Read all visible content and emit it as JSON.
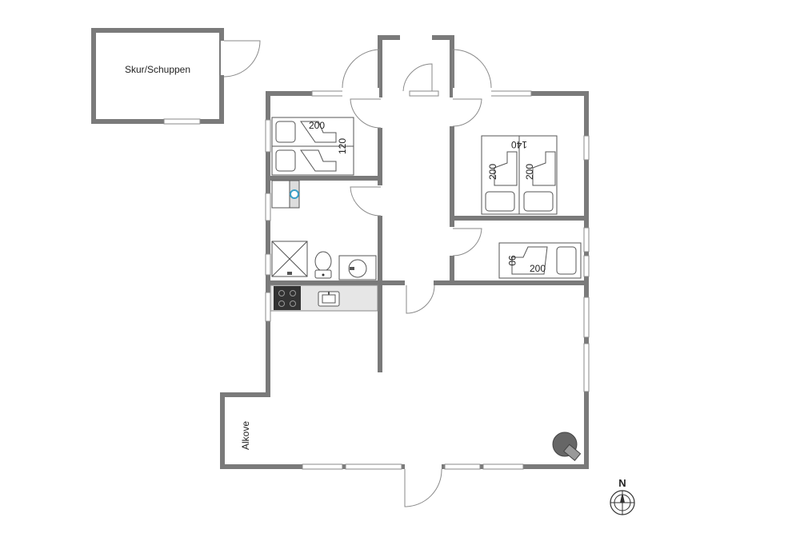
{
  "rooms": {
    "shed": "Skur/Schuppen",
    "alcove": "Alkove"
  },
  "beds": {
    "bed1_length": "200",
    "bed1_width": "120",
    "bed2_width": "140",
    "bed2_length_a": "200",
    "bed2_length_b": "200",
    "bed3_length": "200",
    "bed3_width": "90"
  },
  "compass": {
    "north": "N"
  },
  "icons": [
    "compass-icon",
    "stove-icon",
    "sink-icon",
    "toilet-icon",
    "shower-icon",
    "washing-machine-icon",
    "fireplace-icon",
    "washbasin-icon"
  ],
  "colors": {
    "wall": "#7a7a7a",
    "counter": "#e6e6e6",
    "stove": "#333333",
    "fireplace": "#666666"
  }
}
